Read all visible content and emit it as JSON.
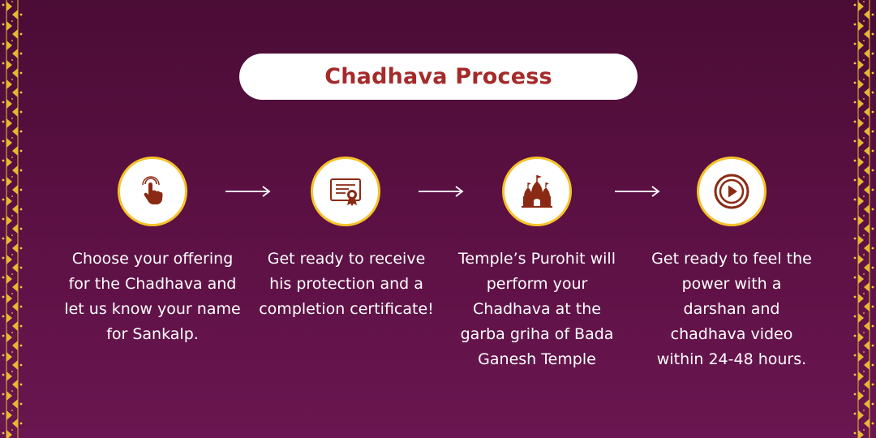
{
  "title": "Chadhava Process",
  "colors": {
    "background": "#5a1042",
    "title_text": "#a52a2a",
    "ring": "#f6c22a",
    "icon": "#8a2a14",
    "step_text": "#ffffff"
  },
  "steps": [
    {
      "icon": "hand-tap-icon",
      "lines": [
        "Choose your offering",
        "for the Chadhava and",
        "let us know your name",
        "for Sankalp."
      ]
    },
    {
      "icon": "certificate-icon",
      "lines": [
        "Get ready to receive",
        "his protection and a",
        "completion certificate!"
      ]
    },
    {
      "icon": "temple-icon",
      "lines": [
        "Temple’s Purohit will",
        "perform your",
        "Chadhava at the",
        "garba griha of Bada",
        "Ganesh Temple"
      ]
    },
    {
      "icon": "play-video-icon",
      "lines": [
        "Get ready to feel the",
        "power with a",
        "darshan and",
        "chadhava video",
        "within 24-48 hours."
      ]
    }
  ]
}
